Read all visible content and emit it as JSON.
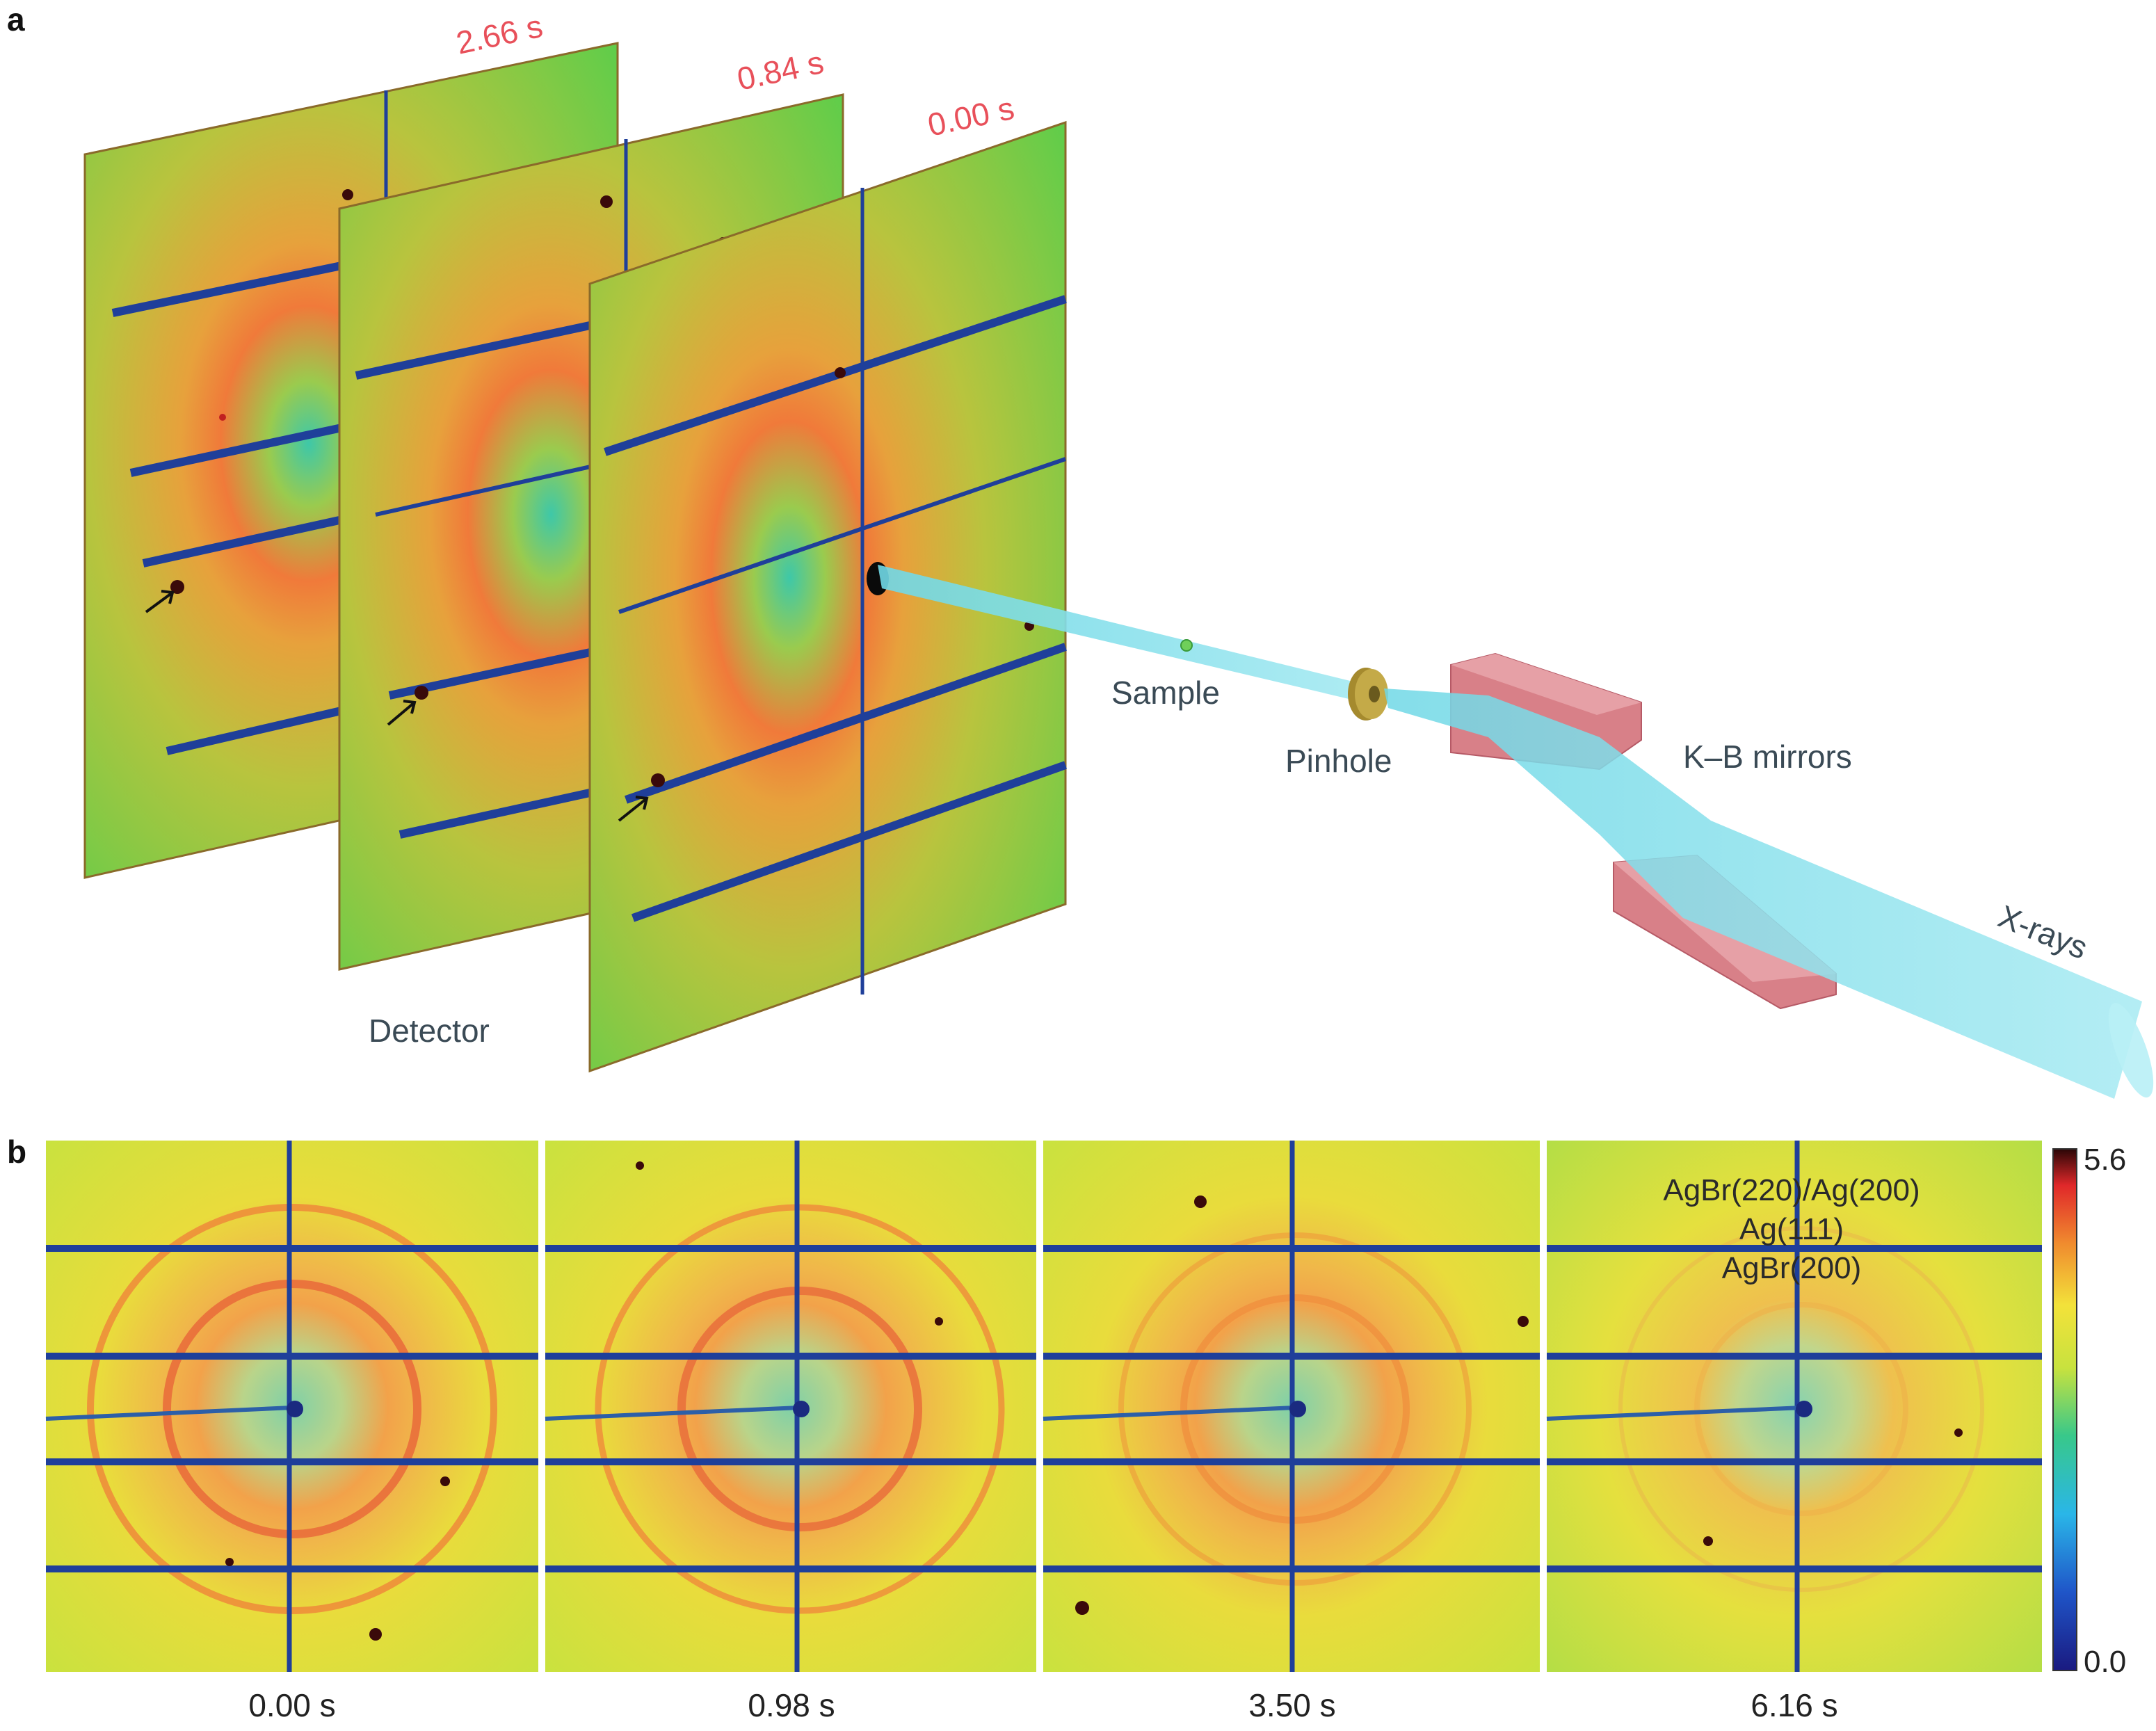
{
  "panel_a": {
    "letter": "a",
    "detector_label": "Detector",
    "sample_label": "Sample",
    "pinhole_label": "Pinhole",
    "mirrors_label": "K–B mirrors",
    "xray_label": "X-rays",
    "frame_times": [
      "2.66 s",
      "0.84 s",
      "0.00 s"
    ]
  },
  "panel_b": {
    "letter": "b",
    "frames": [
      {
        "time": "0.00 s"
      },
      {
        "time": "0.98 s"
      },
      {
        "time": "3.50 s"
      },
      {
        "time": "6.16 s"
      }
    ],
    "peak_labels": [
      "AgBr(220)/Ag(200)",
      "Ag(111)",
      "AgBr(200)"
    ],
    "colorbar": {
      "max": "5.6",
      "min": "0.0"
    }
  },
  "colors": {
    "background_green": "#6fd04a",
    "background_yellow": "#e8e63a",
    "ring_orange": "#f07a3a",
    "gap_blue": "#1f3f9a",
    "beam_cyan": "#8fe3ee",
    "mirror_pink": "#d88088",
    "pinhole_gold": "#b89a3a",
    "time_red": "#e8505a"
  }
}
